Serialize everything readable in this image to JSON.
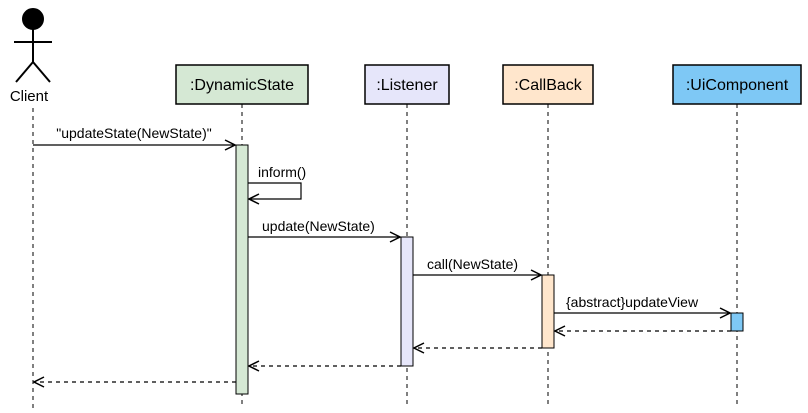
{
  "actor": {
    "label": "Client",
    "icon": "stick-figure-icon"
  },
  "participants": [
    {
      "label": ":DynamicState",
      "fill": "#d5e8d4",
      "stroke": "#000000"
    },
    {
      "label": ":Listener",
      "fill": "#e6e6fa",
      "stroke": "#000000"
    },
    {
      "label": ":CallBack",
      "fill": "#ffe6cc",
      "stroke": "#000000"
    },
    {
      "label": ":UiComponent",
      "fill": "#7ec8f5",
      "stroke": "#000000"
    }
  ],
  "activation_colors": {
    "dynamicstate": "#d5e8d4",
    "listener": "#e6e6fa",
    "callback": "#ffe6cc",
    "uicomponent": "#7ec8f5"
  },
  "messages": {
    "update_state": "\"updateState(NewState)\"",
    "inform": "inform()",
    "update": "update(NewState)",
    "call": "call(NewState)",
    "update_view": "{abstract}updateView"
  }
}
